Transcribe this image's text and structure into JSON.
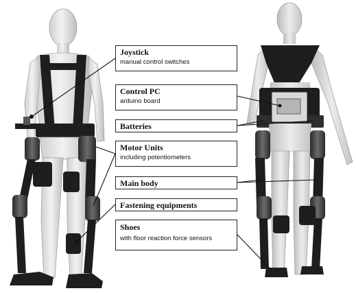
{
  "labels": {
    "joystick": {
      "title": "Joystick",
      "desc": "manual control switches"
    },
    "control_pc": {
      "title": "Control PC",
      "desc": "arduino board"
    },
    "batteries": {
      "title": "Batteries"
    },
    "motor_units": {
      "title": "Motor Units",
      "desc": "including potentiometers"
    },
    "main_body": {
      "title": "Main body"
    },
    "fastening": {
      "title": "Fastening equipments"
    },
    "shoes": {
      "title": "Shoes",
      "desc": "with floor reaction force sensors"
    }
  },
  "colors": {
    "frame_dark": "#1e1e1e",
    "skin_light": "#e6e6e6",
    "skin_shade": "#c9c9c9",
    "leader_line": "#111111"
  }
}
